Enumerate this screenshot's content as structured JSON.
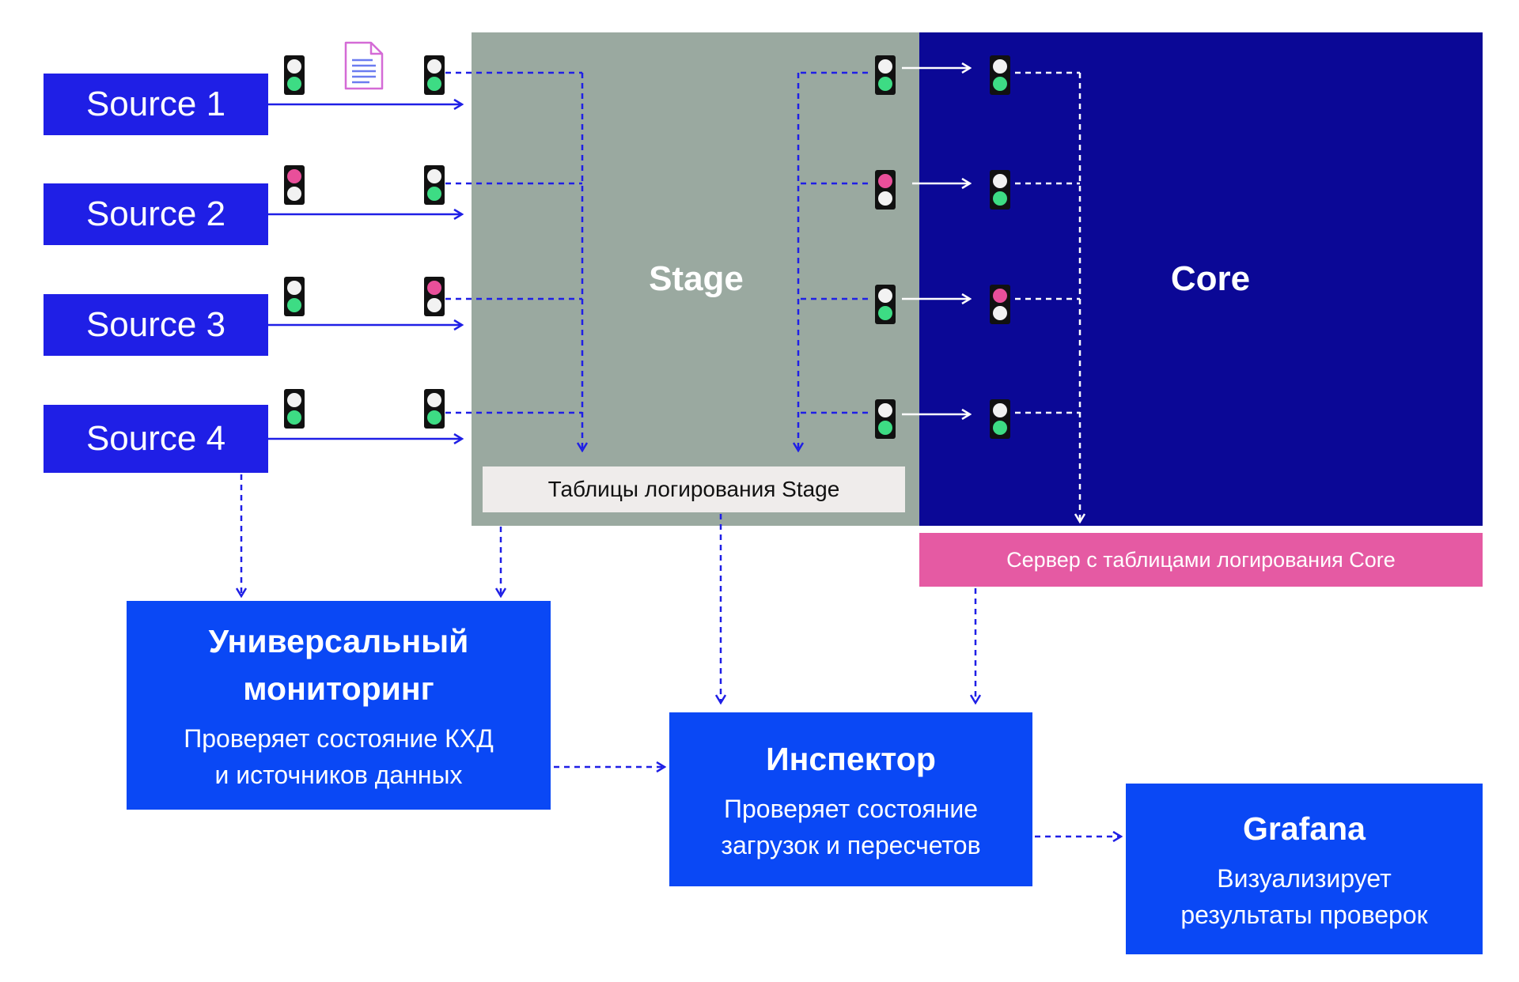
{
  "sources": [
    "Source 1",
    "Source 2",
    "Source 3",
    "Source 4"
  ],
  "zones": {
    "stage": "Stage",
    "core": "Core"
  },
  "logs": {
    "stage": "Таблицы логирования Stage",
    "core": "Сервер с таблицами логирования Core"
  },
  "monitor": {
    "title_line1": "Универсальный",
    "title_line2": "мониторинг",
    "text_line1": "Проверяет состояние КХД",
    "text_line2": "и источников данных"
  },
  "inspector": {
    "title": "Инспектор",
    "text_line1": "Проверяет состояние",
    "text_line2": "загрузок и пересчетов"
  },
  "grafana": {
    "title": "Grafana",
    "text_line1": "Визуализирует",
    "text_line2": "результаты проверок"
  },
  "traffic_lights": {
    "source_side": [
      "green",
      "pink",
      "green",
      "green"
    ],
    "stage_in": [
      "green",
      "green",
      "pink",
      "green"
    ],
    "stage_out": [
      "green",
      "pink",
      "green",
      "green"
    ],
    "core_in": [
      "green",
      "green",
      "pink",
      "green"
    ]
  },
  "colors": {
    "source_box": "#1f1fe6",
    "stage_zone": "#9aa9a0",
    "core_zone": "#0b0896",
    "card": "#0a48f5",
    "core_log": "#e55aa3",
    "stage_log": "#efeceb",
    "connector": "#1f1fe6",
    "light_green": "#3ddc84",
    "light_pink": "#e94f9a",
    "light_off": "#f2f2f2"
  }
}
